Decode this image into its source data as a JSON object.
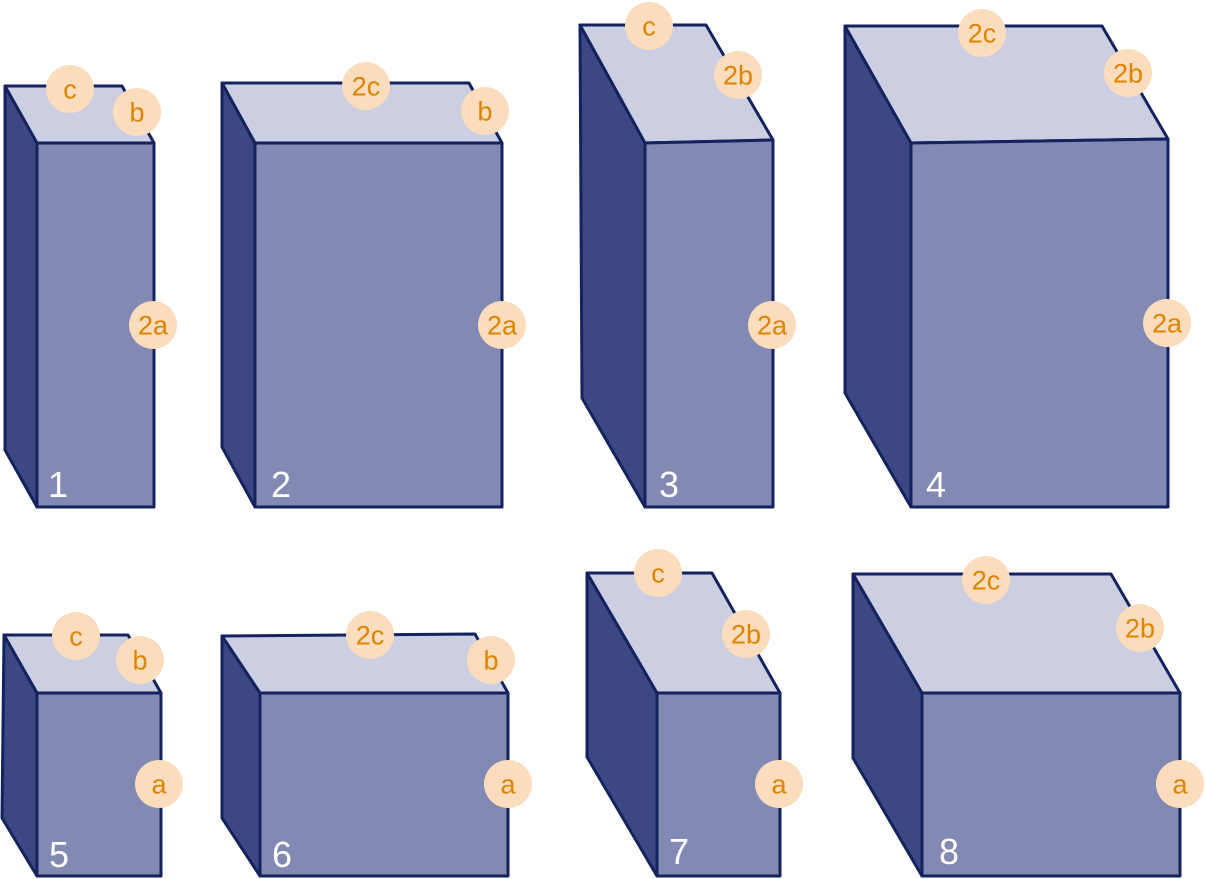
{
  "colors": {
    "outline": "#14225e",
    "front_face": "#8289b2",
    "side_face": "#3c4783",
    "top_face": "#cbcfe1",
    "label_circle": "#fbdcbc",
    "label_text": "#df8400",
    "number_text": "#ffffff"
  },
  "boxes": [
    {
      "number": "1",
      "labels": {
        "top_depth": "c",
        "top_width": "b",
        "height": "2a"
      }
    },
    {
      "number": "2",
      "labels": {
        "top_depth": "2c",
        "top_width": "b",
        "height": "2a"
      }
    },
    {
      "number": "3",
      "labels": {
        "top_depth": "c",
        "top_width": "2b",
        "height": "2a"
      }
    },
    {
      "number": "4",
      "labels": {
        "top_depth": "2c",
        "top_width": "2b",
        "height": "2a"
      }
    },
    {
      "number": "5",
      "labels": {
        "top_depth": "c",
        "top_width": "b",
        "height": "a"
      }
    },
    {
      "number": "6",
      "labels": {
        "top_depth": "2c",
        "top_width": "b",
        "height": "a"
      }
    },
    {
      "number": "7",
      "labels": {
        "top_depth": "c",
        "top_width": "2b",
        "height": "a"
      }
    },
    {
      "number": "8",
      "labels": {
        "top_depth": "2c",
        "top_width": "2b",
        "height": "a"
      }
    }
  ]
}
